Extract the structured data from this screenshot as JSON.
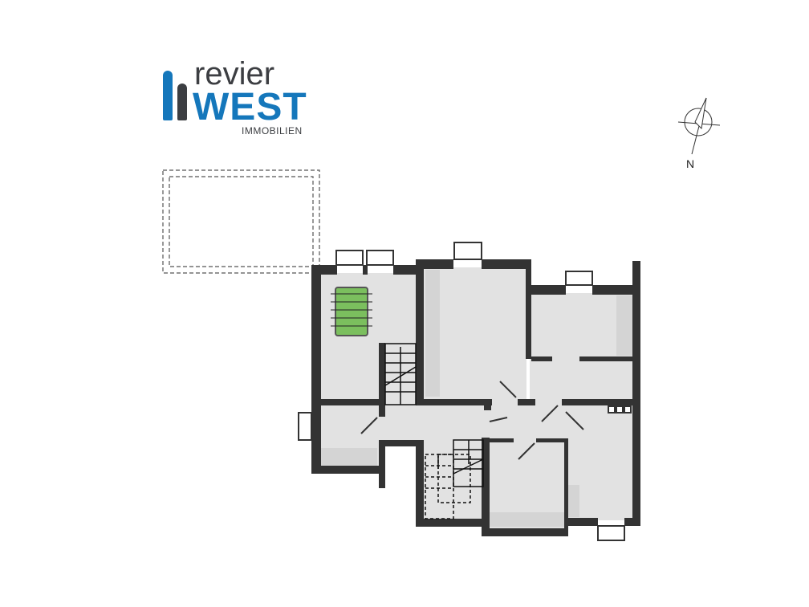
{
  "logo": {
    "line1": "revier",
    "line2": "WEST",
    "line3": "IMMOBILIEN",
    "colors": {
      "blue": "#1577bb",
      "dark": "#3c3e42"
    }
  },
  "compass": {
    "label": "N",
    "icon": "north-arrow-icon"
  },
  "plan": {
    "wall_color": "#333333",
    "floor_color": "#e2e2e2",
    "furniture": [
      "foosball-table-icon"
    ]
  }
}
